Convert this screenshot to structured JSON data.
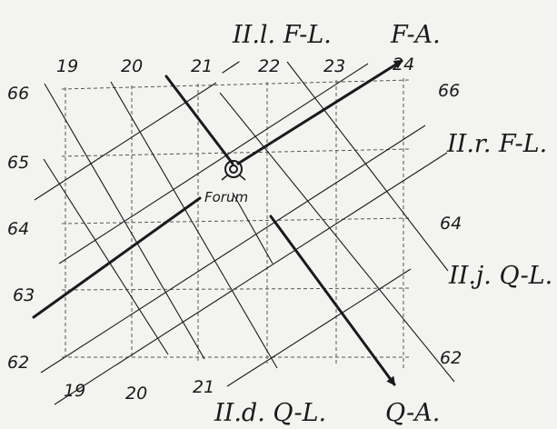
{
  "diagram": {
    "top_numbers": [
      "19",
      "20",
      "21",
      "22",
      "23",
      "24"
    ],
    "bottom_numbers": [
      "19",
      "20",
      "21"
    ],
    "left_numbers": [
      "66",
      "65",
      "64",
      "63",
      "62"
    ],
    "right_numbers": [
      "66",
      "64",
      "62"
    ],
    "labels": {
      "lfl": "II.l. F-L.",
      "fa": "F-A.",
      "rfl": "II.r. F-L.",
      "jql": "II.j. Q-L.",
      "dql": "II.d. Q-L.",
      "qa": "Q-A.",
      "forum": "Forum"
    },
    "colors": {
      "ink": "#1a1a1a",
      "grid": "#555555",
      "paper": "#f3f3f1"
    }
  }
}
